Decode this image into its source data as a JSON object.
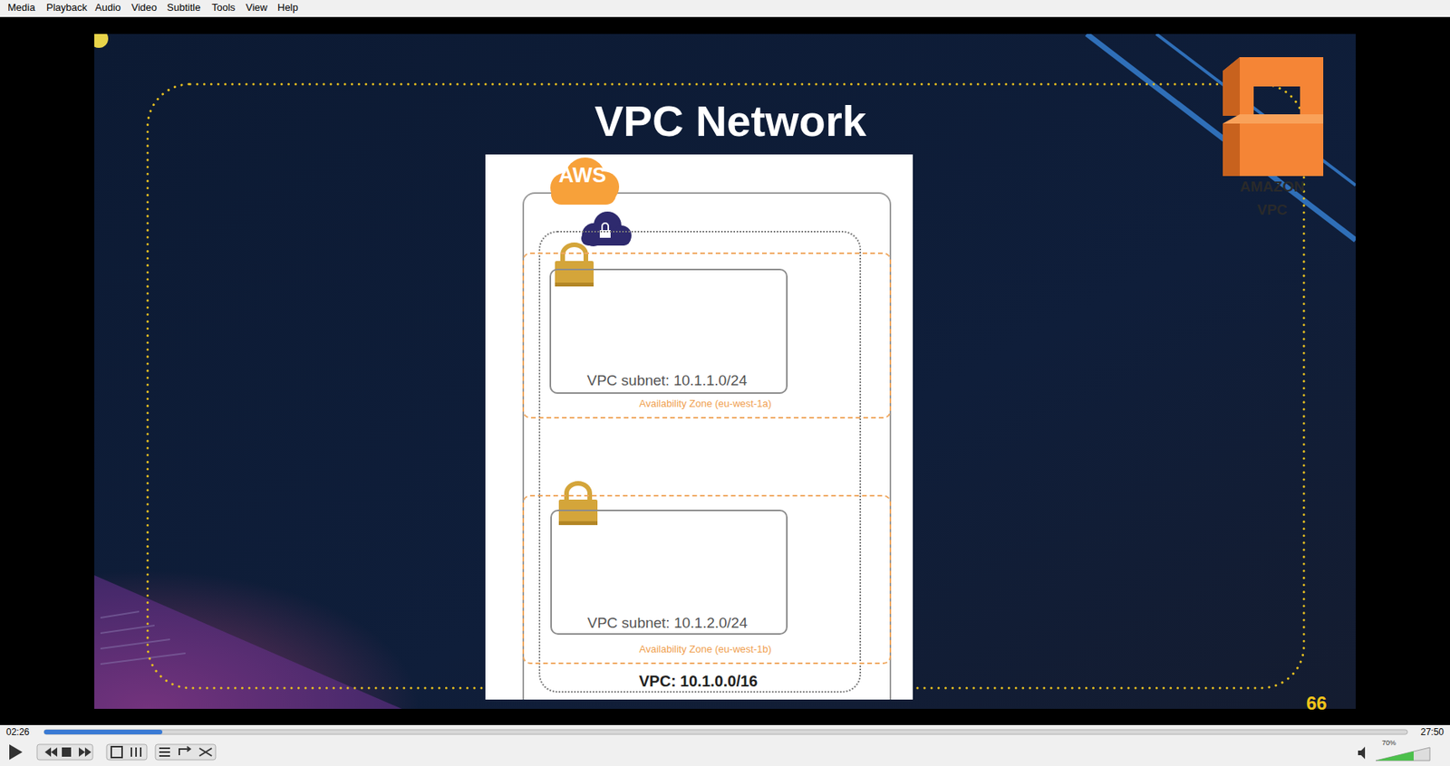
{
  "diagram": {
    "title": "VPC Network",
    "nodes": [
      {
        "text": [
          "AWS"
        ]
      },
      {
        "text": [
          "VPC: 10.1.0.0/16"
        ],
        "in": 0
      },
      {
        "text": [
          "Availability Zone (eu-west-1a)"
        ],
        "in": 0
      },
      {
        "text": [
          "VPC subnet: 10.1.1.0/24"
        ],
        "in": 2
      },
      {
        "text": [
          "Availability Zone (eu-west-1b)"
        ],
        "in": 0
      },
      {
        "text": [
          "VPC subnet: 10.1.2.0/24"
        ],
        "in": 4
      }
    ],
    "labels": [
      "Media",
      "Playback",
      "Audio",
      "Video",
      "Subtitle",
      "Tools",
      "View",
      "Help",
      "AMAZON VPC",
      "66",
      "02:26",
      "27:50",
      "70%"
    ]
  }
}
